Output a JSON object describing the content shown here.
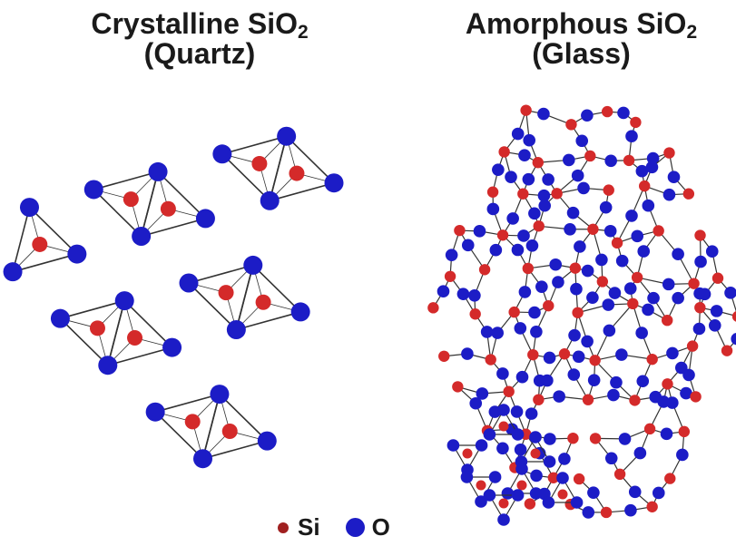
{
  "titles": {
    "left_main": "Crystalline SiO",
    "left_sub": "2",
    "left_line2": "(Quartz)",
    "right_main": "Amorphous SiO",
    "right_sub": "2",
    "right_line2": "(Glass)"
  },
  "legend": {
    "si_label": "Si",
    "o_label": "O"
  },
  "colors": {
    "silicon": "#d42a2a",
    "oxygen": "#1c1cc6",
    "bond": "#333333",
    "legend_si": "#a02020"
  }
}
